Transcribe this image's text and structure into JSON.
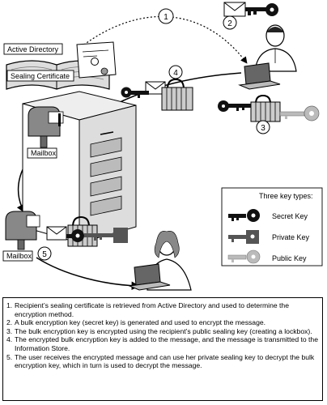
{
  "labels": {
    "active_directory": "Active Directory",
    "sealing_certificate": "Sealing Certificate",
    "mailbox_server": "Mailbox",
    "mailbox_user": "Mailbox"
  },
  "steps": [
    "1",
    "2",
    "3",
    "4",
    "5"
  ],
  "legend": {
    "title": "Three key types:",
    "items": [
      {
        "label": "Secret Key",
        "icon": "secret-key-icon",
        "color": "#111111"
      },
      {
        "label": "Private Key",
        "icon": "private-key-icon",
        "color": "#555555"
      },
      {
        "label": "Public Key",
        "icon": "public-key-icon",
        "color": "#aaaaaa"
      }
    ]
  },
  "notes": [
    {
      "num": "1.",
      "text": "Recipient’s sealing certificate is retrieved from Active Directory and used to determine the encryption method."
    },
    {
      "num": "2.",
      "text": "A bulk encryption key (secret key) is generated and used to encrypt the message."
    },
    {
      "num": "3.",
      "text": "The bulk encryption key is encrypted using the recipient’s public sealing key (creating a lockbox)."
    },
    {
      "num": "4.",
      "text": "The encrypted bulk encryption key is added to the message, and the message is transmitted to the Information Store."
    },
    {
      "num": "5.",
      "text": "The user receives the encrypted message and can use her private sealing key to decrypt the bulk encryption key, which in turn is used to decrypt the message."
    }
  ]
}
